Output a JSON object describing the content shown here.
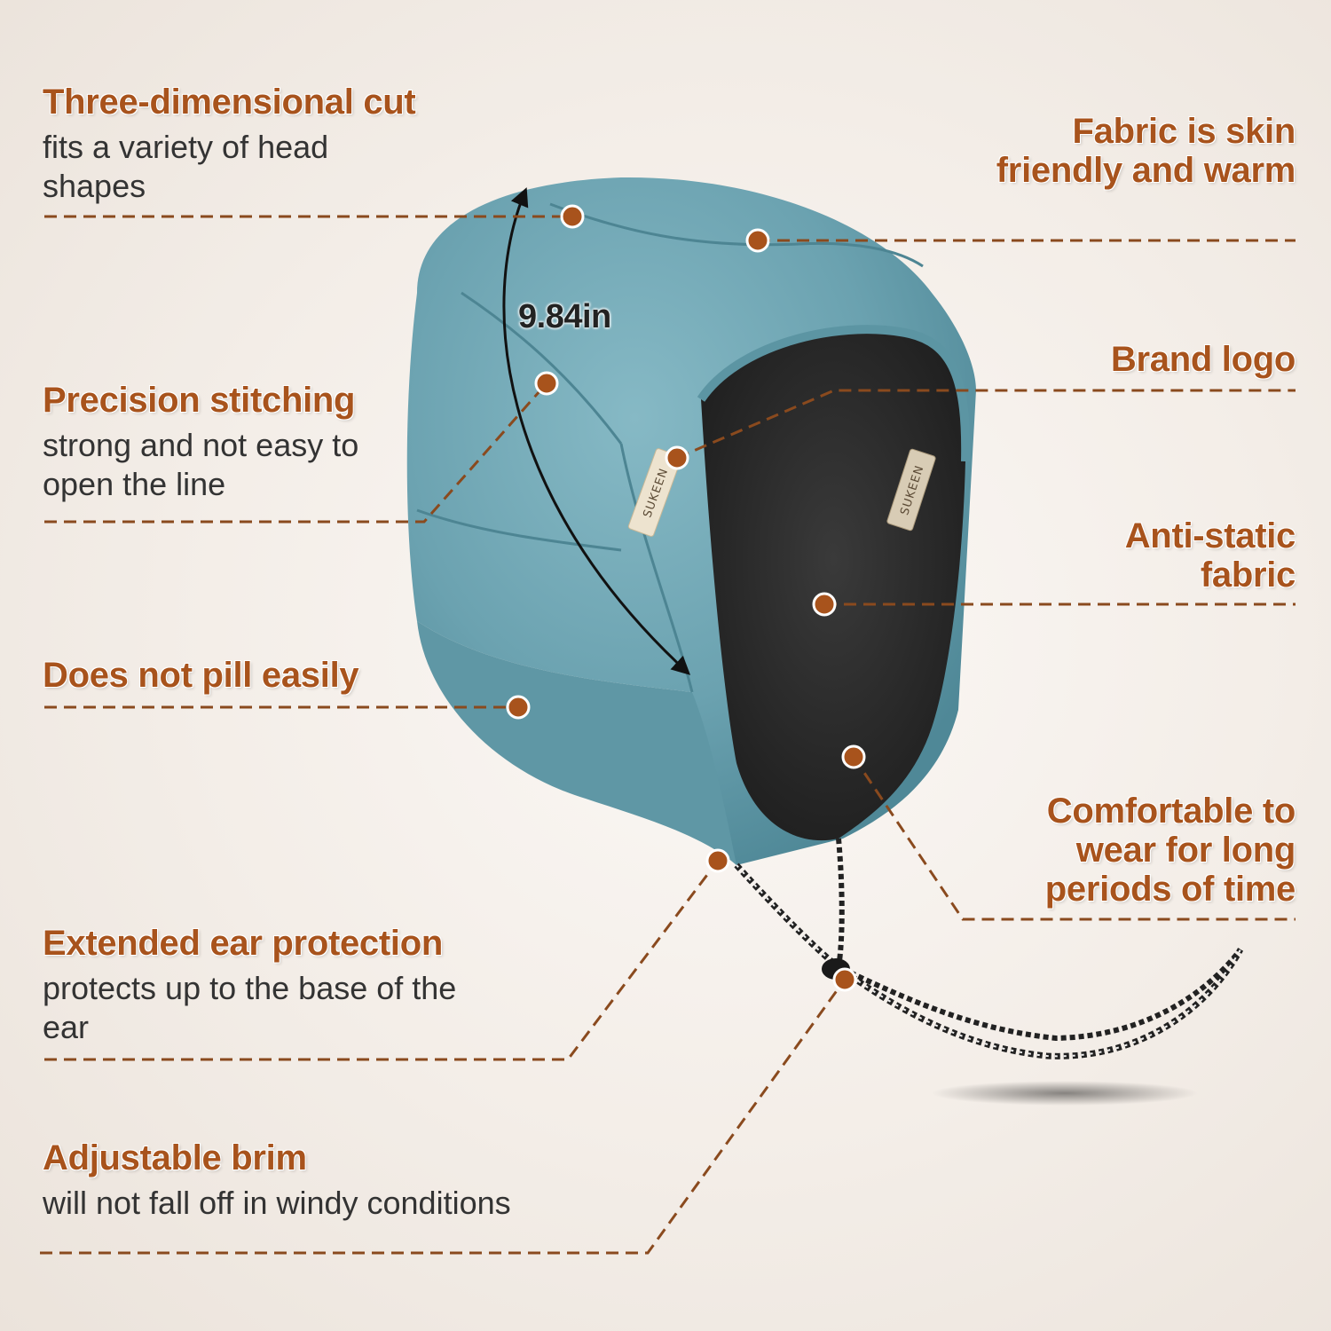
{
  "callouts": {
    "three_d_cut": {
      "title": "Three-dimensional cut",
      "desc": "fits a variety of head shapes"
    },
    "precision_stitching": {
      "title": "Precision stitching",
      "desc": "strong and not easy to open the line"
    },
    "no_pill": {
      "title": "Does not pill easily"
    },
    "ear_protection": {
      "title": "Extended ear protection",
      "desc": "protects up to the base of the ear"
    },
    "adjustable_brim": {
      "title": "Adjustable brim",
      "desc": "will not fall off in windy conditions"
    },
    "skin_friendly": {
      "title": "Fabric is skin friendly and warm"
    },
    "brand_logo": {
      "title": "Brand logo"
    },
    "anti_static": {
      "title": "Anti-static fabric"
    },
    "comfortable": {
      "title": "Comfortable to wear for long periods of time"
    }
  },
  "dimension": "9.84in",
  "brand_tag": "SUKEEN",
  "colors": {
    "accent": "#a8531c",
    "fleece_teal": "#6fa5b2",
    "lining": "#2b2b2b",
    "leader_line": "#8a4a1e"
  }
}
